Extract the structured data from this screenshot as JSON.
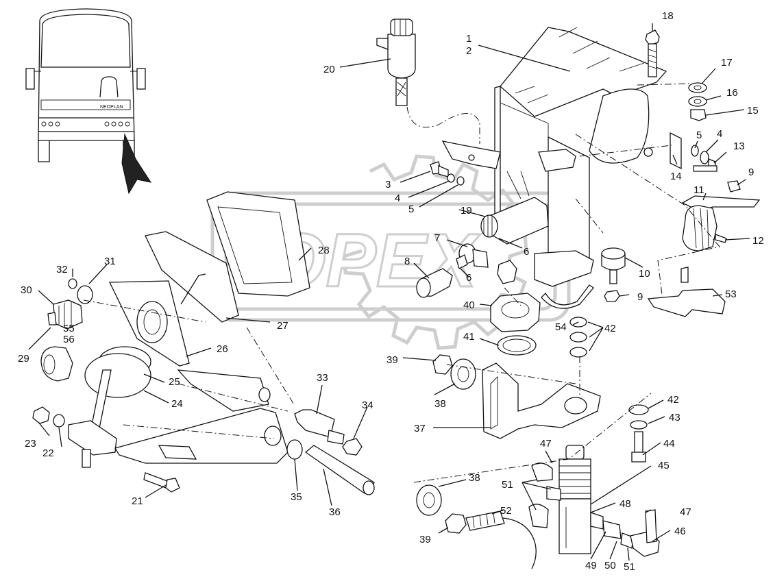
{
  "watermark": {
    "text": "OPEX"
  },
  "vehicle_badge": {
    "text": "NEOPLAN"
  },
  "callouts": [
    {
      "id": "c1",
      "text": "1"
    },
    {
      "id": "c2",
      "text": "2"
    },
    {
      "id": "c3",
      "text": "3"
    },
    {
      "id": "c4a",
      "text": "4"
    },
    {
      "id": "c4b",
      "text": "4"
    },
    {
      "id": "c5a",
      "text": "5"
    },
    {
      "id": "c5b",
      "text": "5"
    },
    {
      "id": "c6a",
      "text": "6"
    },
    {
      "id": "c6b",
      "text": "6"
    },
    {
      "id": "c7",
      "text": "7"
    },
    {
      "id": "c8",
      "text": "8"
    },
    {
      "id": "c9a",
      "text": "9"
    },
    {
      "id": "c9b",
      "text": "9"
    },
    {
      "id": "c10",
      "text": "10"
    },
    {
      "id": "c11",
      "text": "11"
    },
    {
      "id": "c12",
      "text": "12"
    },
    {
      "id": "c13",
      "text": "13"
    },
    {
      "id": "c14",
      "text": "14"
    },
    {
      "id": "c15",
      "text": "15"
    },
    {
      "id": "c16",
      "text": "16"
    },
    {
      "id": "c17",
      "text": "17"
    },
    {
      "id": "c18",
      "text": "18"
    },
    {
      "id": "c19",
      "text": "19"
    },
    {
      "id": "c20",
      "text": "20"
    },
    {
      "id": "c21",
      "text": "21"
    },
    {
      "id": "c22",
      "text": "22"
    },
    {
      "id": "c23",
      "text": "23"
    },
    {
      "id": "c24",
      "text": "24"
    },
    {
      "id": "c25",
      "text": "25"
    },
    {
      "id": "c26",
      "text": "26"
    },
    {
      "id": "c27",
      "text": "27"
    },
    {
      "id": "c28",
      "text": "28"
    },
    {
      "id": "c29",
      "text": "29"
    },
    {
      "id": "c30",
      "text": "30"
    },
    {
      "id": "c31",
      "text": "31"
    },
    {
      "id": "c32",
      "text": "32"
    },
    {
      "id": "c33",
      "text": "33"
    },
    {
      "id": "c34",
      "text": "34"
    },
    {
      "id": "c35",
      "text": "35"
    },
    {
      "id": "c36",
      "text": "36"
    },
    {
      "id": "c37",
      "text": "37"
    },
    {
      "id": "c38a",
      "text": "38"
    },
    {
      "id": "c38b",
      "text": "38"
    },
    {
      "id": "c39a",
      "text": "39"
    },
    {
      "id": "c39b",
      "text": "39"
    },
    {
      "id": "c40",
      "text": "40"
    },
    {
      "id": "c41",
      "text": "41"
    },
    {
      "id": "c42a",
      "text": "42"
    },
    {
      "id": "c42b",
      "text": "42"
    },
    {
      "id": "c43",
      "text": "43"
    },
    {
      "id": "c44",
      "text": "44"
    },
    {
      "id": "c45",
      "text": "45"
    },
    {
      "id": "c46",
      "text": "46"
    },
    {
      "id": "c47a",
      "text": "47"
    },
    {
      "id": "c47b",
      "text": "47"
    },
    {
      "id": "c48",
      "text": "48"
    },
    {
      "id": "c49",
      "text": "49"
    },
    {
      "id": "c50",
      "text": "50"
    },
    {
      "id": "c51a",
      "text": "51"
    },
    {
      "id": "c51b",
      "text": "51"
    },
    {
      "id": "c52",
      "text": "52"
    },
    {
      "id": "c53",
      "text": "53"
    },
    {
      "id": "c54",
      "text": "54"
    },
    {
      "id": "c55",
      "text": "55"
    },
    {
      "id": "c56",
      "text": "56"
    }
  ]
}
